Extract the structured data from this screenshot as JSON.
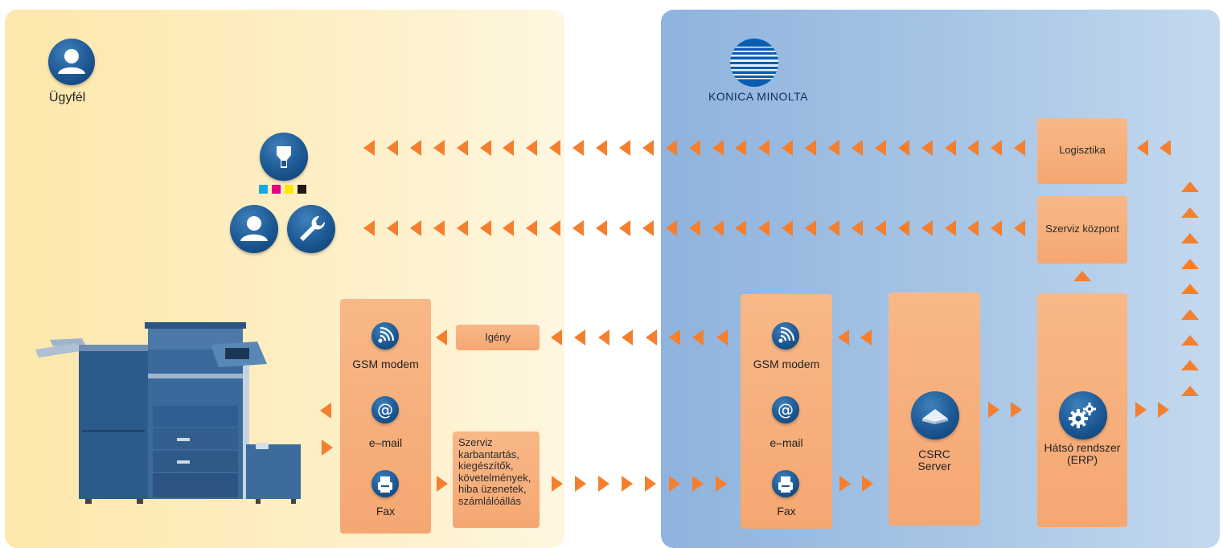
{
  "customer": {
    "label": "Ügyfél"
  },
  "brand": {
    "name": "KONICA MINOLTA"
  },
  "flows": {
    "request_label": "Igény",
    "service_info": "Szerviz karbantartás, kiegészítők, követelmények, hiba üzenetek, számlálóállás"
  },
  "client_comm": {
    "gsm": "GSM modem",
    "email": "e–mail",
    "fax": "Fax"
  },
  "konica_comm": {
    "gsm": "GSM modem",
    "email": "e–mail",
    "fax": "Fax"
  },
  "boxes": {
    "logistics": "Logisztika",
    "service_center": "Szerviz központ",
    "csrc_server": "CSRC Server",
    "backend": "Hátsó rendszer (ERP)"
  },
  "colors": {
    "arrow": "#f47f2e",
    "box": "#f6ab78",
    "icon": "#1c5893",
    "ink": [
      "#17a8e0",
      "#e4007f",
      "#ffe600",
      "#231815"
    ]
  }
}
